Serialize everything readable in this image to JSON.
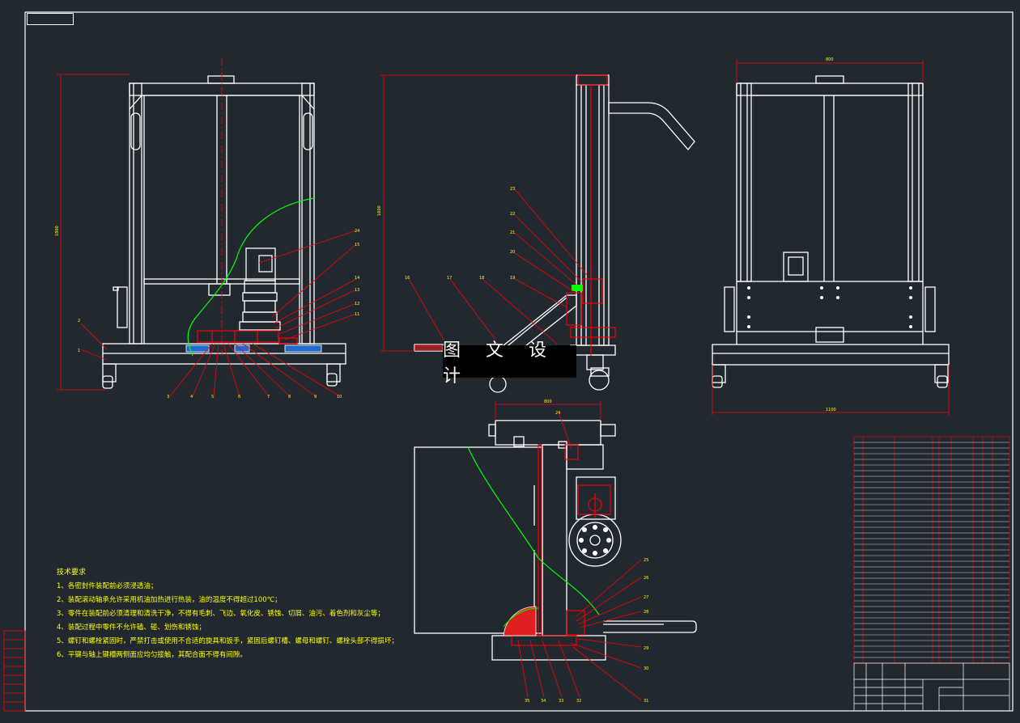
{
  "drawing": {
    "stamp_text": "",
    "watermark": "图 文 设 计",
    "tech_requirements": [
      "技术要求",
      "1、各密封件装配前必须浸透油；",
      "2、装配滚动轴承允许采用机油加热进行热装，油的温度不得超过100℃；",
      "3、零件在装配前必须清理和清洗干净，不得有毛刺、飞边、氧化皮、锈蚀、切屑、油污、着色剂和灰尘等；",
      "4、装配过程中零件不允许磕、碰、划伤和锈蚀；",
      "5、螺钉和螺栓紧固时，严禁打击或使用不合适的旋具和扳手，紧固后螺钉槽、螺母和螺钉、螺栓头部不得损坏；",
      "6、平键与轴上键槽两侧面应均匀接触，其配合面不得有间隙。"
    ],
    "title_block": {
      "school": "",
      "drawing_name": "",
      "sheet": ""
    },
    "colors": {
      "background": "#212830",
      "outline": "#ffffff",
      "centerline": "#ff0000",
      "leader": "#ff0000",
      "green": "#00ff00",
      "blue": "#1e6bd6",
      "red_fill": "#e02020",
      "text": "#ffff00"
    }
  }
}
